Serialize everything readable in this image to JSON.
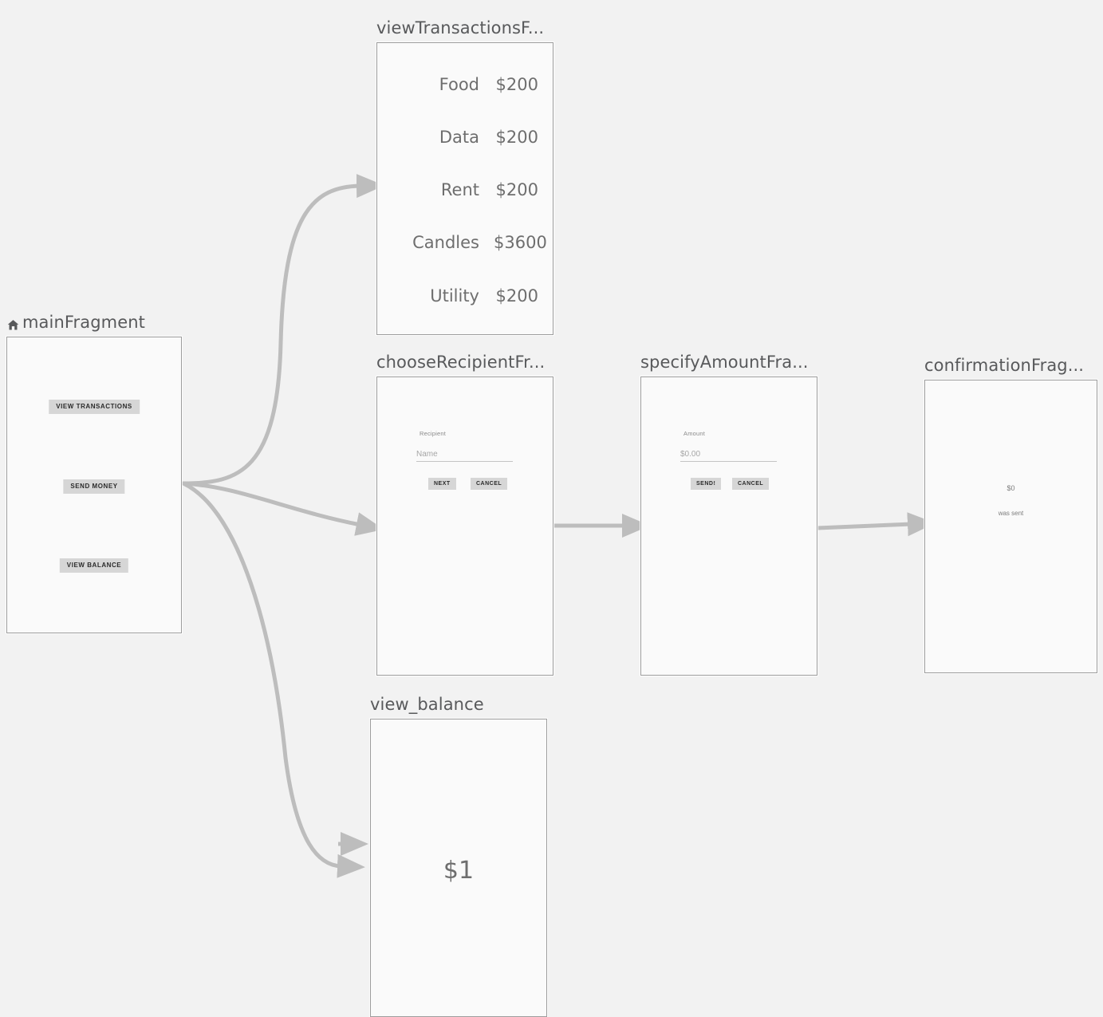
{
  "canvas": {
    "background_color": "#f2f2f2",
    "frame_fill_color": "#fafafa",
    "frame_border_color": "#9d9d9d",
    "edge_color": "#bdbdbd",
    "button_fill_color": "#d6d6d6"
  },
  "nodes": {
    "main": {
      "title": "mainFragment",
      "start_icon": "home-icon",
      "buttons": [
        {
          "label": "VIEW TRANSACTIONS"
        },
        {
          "label": "SEND MONEY"
        },
        {
          "label": "VIEW BALANCE"
        }
      ]
    },
    "transactions": {
      "title": "viewTransactionsF...",
      "rows": [
        {
          "label": "Food",
          "amount": "$200"
        },
        {
          "label": "Data",
          "amount": "$200"
        },
        {
          "label": "Rent",
          "amount": "$200"
        },
        {
          "label": "Candles",
          "amount": "$3600"
        },
        {
          "label": "Utility",
          "amount": "$200"
        }
      ]
    },
    "choose_recipient": {
      "title": "chooseRecipientFr...",
      "field_label": "Recipient",
      "field_placeholder": "Name",
      "primary_button": "NEXT",
      "secondary_button": "CANCEL"
    },
    "specify_amount": {
      "title": "specifyAmountFra...",
      "field_label": "Amount",
      "field_placeholder": "$0.00",
      "primary_button": "SEND!",
      "secondary_button": "CANCEL"
    },
    "confirmation": {
      "title": "confirmationFrag...",
      "amount": "$0",
      "message": "was sent"
    },
    "balance": {
      "title": "view_balance",
      "amount": "$1"
    }
  }
}
